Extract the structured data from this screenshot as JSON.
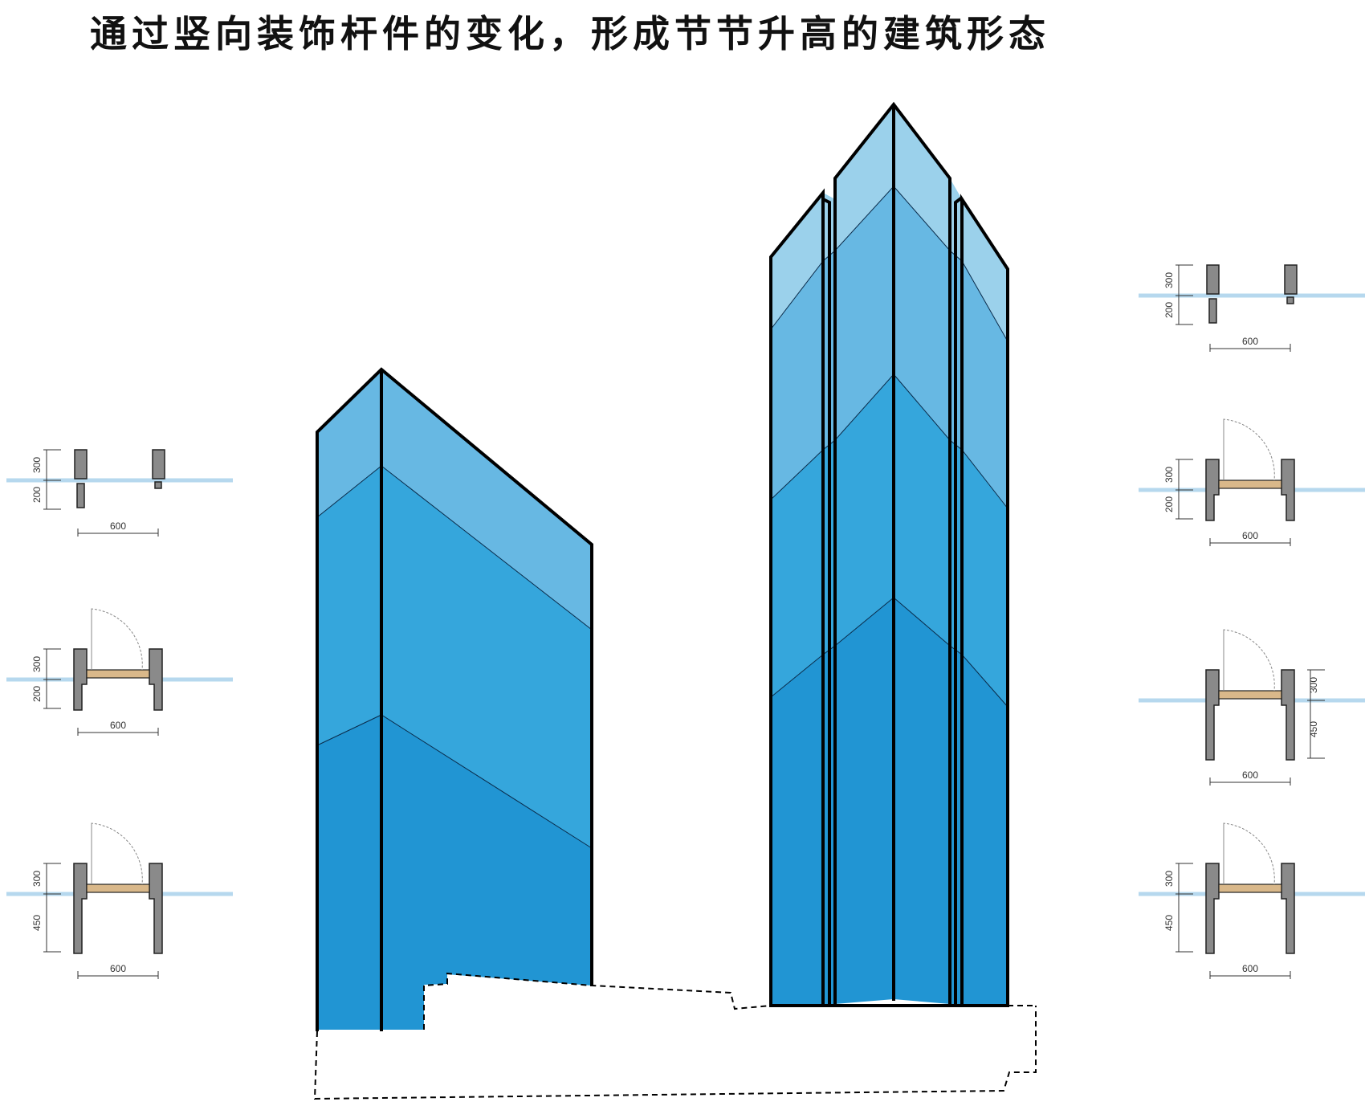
{
  "title": "通过竖向装饰杆件的变化，形成节节升高的建筑形态",
  "colors": {
    "band_top": "#67B8E3",
    "band_mid": "#35A6DC",
    "band_low": "#2195D3",
    "glass_line": "#B6D8EE",
    "fin": "#8A8A8A",
    "panel": "#D9B88A",
    "outline": "#000000"
  },
  "details": [
    {
      "dims": {
        "upper": "300",
        "lower": "200",
        "width": "600"
      }
    },
    {
      "dims": {
        "upper": "300",
        "lower": "200",
        "width": "600"
      }
    },
    {
      "dims": {
        "upper": "300",
        "lower": "450",
        "width": "600"
      }
    },
    {
      "dims": {
        "upper": "300",
        "lower": "200",
        "width": "600"
      }
    },
    {
      "dims": {
        "upper": "300",
        "lower": "200",
        "width": "600"
      }
    },
    {
      "dims": {
        "upper": "300",
        "lower": "450",
        "width": "600"
      }
    },
    {
      "dims": {
        "upper": "300",
        "lower": "450",
        "width": "600"
      }
    }
  ]
}
